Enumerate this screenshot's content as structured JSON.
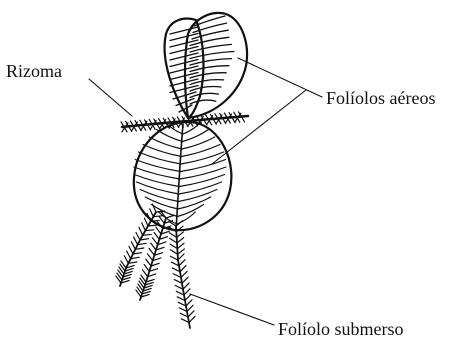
{
  "labels": {
    "rhizome": "Rizoma",
    "aerial_leaflets": "Folíolos aéreos",
    "submerged_leaflet": "Folíolo submerso"
  },
  "colors": {
    "ink": "#111111",
    "background": "#ffffff"
  }
}
